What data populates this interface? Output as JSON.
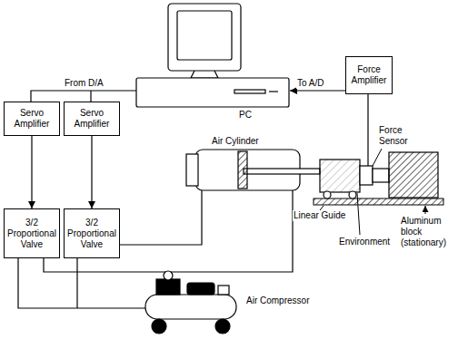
{
  "diagram": {
    "nodes": [
      {
        "text": [
          "Force Amplifier"
        ]
      },
      {
        "text": [
          "Servo Amplifier"
        ]
      },
      {
        "text": [
          "Servo Amplifier"
        ]
      },
      {
        "text": [
          "3/2 Proportional Valve"
        ]
      },
      {
        "text": [
          "3/2 Proportional Valve"
        ]
      }
    ],
    "edges": [
      {
        "from": 1,
        "to": 3,
        "arrow": "to"
      },
      {
        "from": 2,
        "to": 4,
        "arrow": "to"
      }
    ],
    "labels": [
      "From D/A",
      "PC",
      "To A/D",
      "Air Cylinder",
      "Force Sensor",
      "Linear Guide",
      "Environment",
      "Aluminum block (stationary)",
      "Air Compressor"
    ]
  }
}
